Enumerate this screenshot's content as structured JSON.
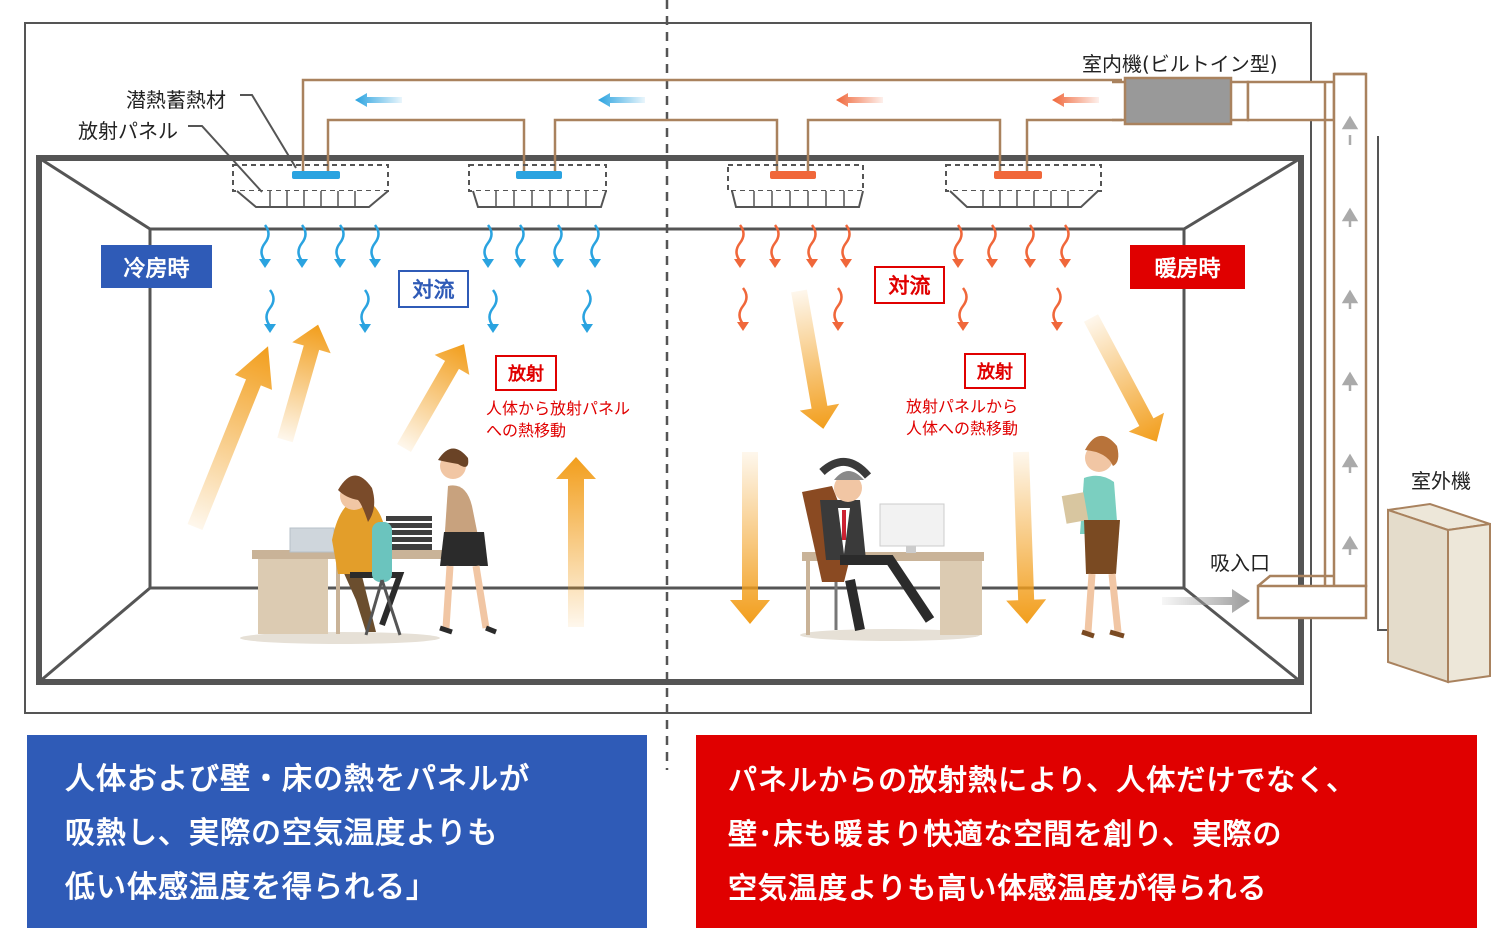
{
  "labels": {
    "latent_material": "潜熱蓄熱材",
    "radiant_panel": "放射パネル",
    "indoor_unit": "室内機(ビルトイン型)",
    "outdoor_unit": "室外機",
    "intake": "吸入口"
  },
  "modes": {
    "cooling": "冷房時",
    "heating": "暖房時"
  },
  "convection": {
    "left": "対流",
    "right": "対流"
  },
  "radiation": {
    "left": {
      "title": "放射",
      "lines": [
        "人体から放射パネル",
        "への熱移動"
      ]
    },
    "right": {
      "title": "放射",
      "lines": [
        "放射パネルから",
        "人体への熱移動"
      ]
    }
  },
  "captions": {
    "left": [
      "人体および壁・床の熱をパネルが",
      "吸熱し、実際の空気温度よりも",
      "低い体感温度を得られる」"
    ],
    "right": [
      "パネルからの放射熱により、人体だけでなく、",
      "壁･床も暖まり快適な空間を創り、実際の",
      "空気温度よりも高い体感温度が得られる"
    ]
  },
  "colors": {
    "cool_blue": "#2f5bb7",
    "warm_red": "#e00000",
    "duct_brown": "#a9825e",
    "cool_arrow": "#2aa3e0",
    "warm_arrow": "#f0673a",
    "radiation_orange": "#f29e1c"
  }
}
